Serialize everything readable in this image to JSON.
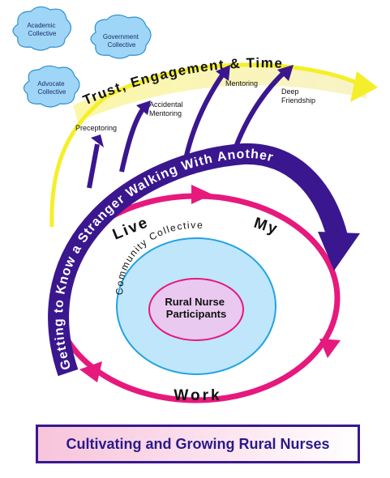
{
  "clouds": {
    "academic": "Academic\nCollective",
    "government": "Government\nCollective",
    "advocate": "Advocate\nCollective"
  },
  "arc_yellow_label": "Trust, Engagement & Time",
  "arc_blue_label": "Getting to Know a Stranger Walking With Another",
  "arrow_labels": {
    "preceptoring": "Preceptoring",
    "accidental_mentoring": "Accidental\nMentoring",
    "mentoring": "Mentoring",
    "deep_friendship": "Deep\nFriendship"
  },
  "cycle_words": {
    "live": "Live",
    "my": "My",
    "work": "Work"
  },
  "community_label": "Community Collective",
  "center_label": "Rural Nurse\nParticipants",
  "banner_title": "Cultivating and Growing Rural Nurses",
  "colors": {
    "yellow_arc": "#f4ef2a",
    "blue_arc": "#3a178f",
    "pink_cycle": "#e6197d",
    "community_fill": "#bfe6fb",
    "community_stroke": "#22a3e0",
    "center_fill": "#e9c9f0",
    "center_stroke": "#e6197d",
    "cloud_fill": "#9fd6f7"
  }
}
